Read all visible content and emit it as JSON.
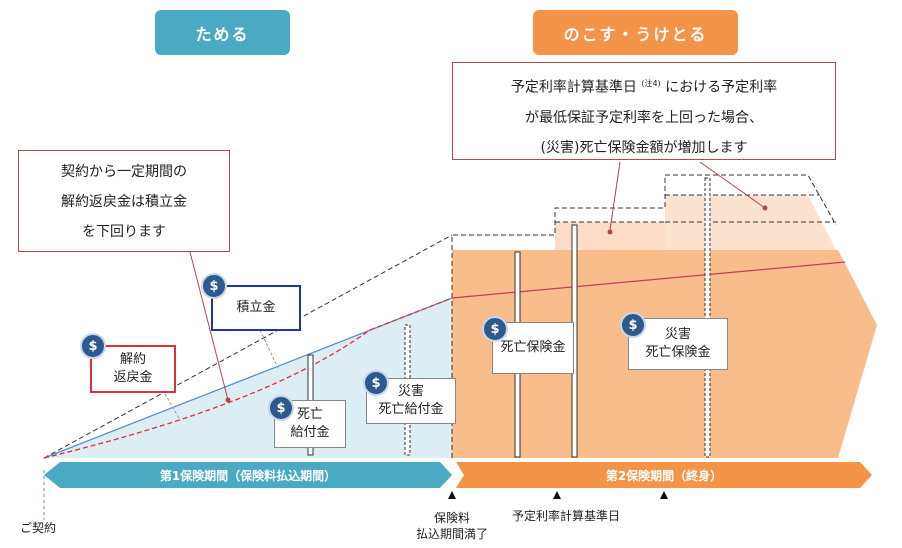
{
  "headers": {
    "save": "ためる",
    "leave_receive": "のこす・うけとる"
  },
  "callouts": {
    "rate_note": {
      "line1_a": "予定利率計算基準日",
      "note": "(注4)",
      "line1_b": "における予定利率",
      "line2": "が最低保証予定利率を上回った場合、",
      "line3": "(災害)死亡保険金額が増加します"
    },
    "surrender_note": {
      "line1": "契約から一定期間の",
      "line2": "解約返戻金は積立金",
      "line3": "を下回ります"
    }
  },
  "boxes": {
    "surrender": [
      "解約",
      "返戻金"
    ],
    "reserve": "積立金",
    "death_benefit_1": [
      "死亡",
      "給付金"
    ],
    "accident_benefit": [
      "災害",
      "死亡給付金"
    ],
    "death_insurance": "死亡保険金",
    "accident_insurance": [
      "災害",
      "死亡保険金"
    ]
  },
  "coin_symbol": "$",
  "timeline": {
    "period1": "第1保険期間（保険料払込期間）",
    "period2": "第2保険期間（終身）",
    "contract": "ご契約",
    "premium_end": [
      "保険料",
      "払込期間満了"
    ],
    "calc_date": "予定利率計算基準日"
  },
  "colors": {
    "teal": "#4aaac4",
    "orange": "#f39449",
    "light_blue": "#dcedf3",
    "peach": "#f9c9a0",
    "callout_border": "#b5484a"
  }
}
